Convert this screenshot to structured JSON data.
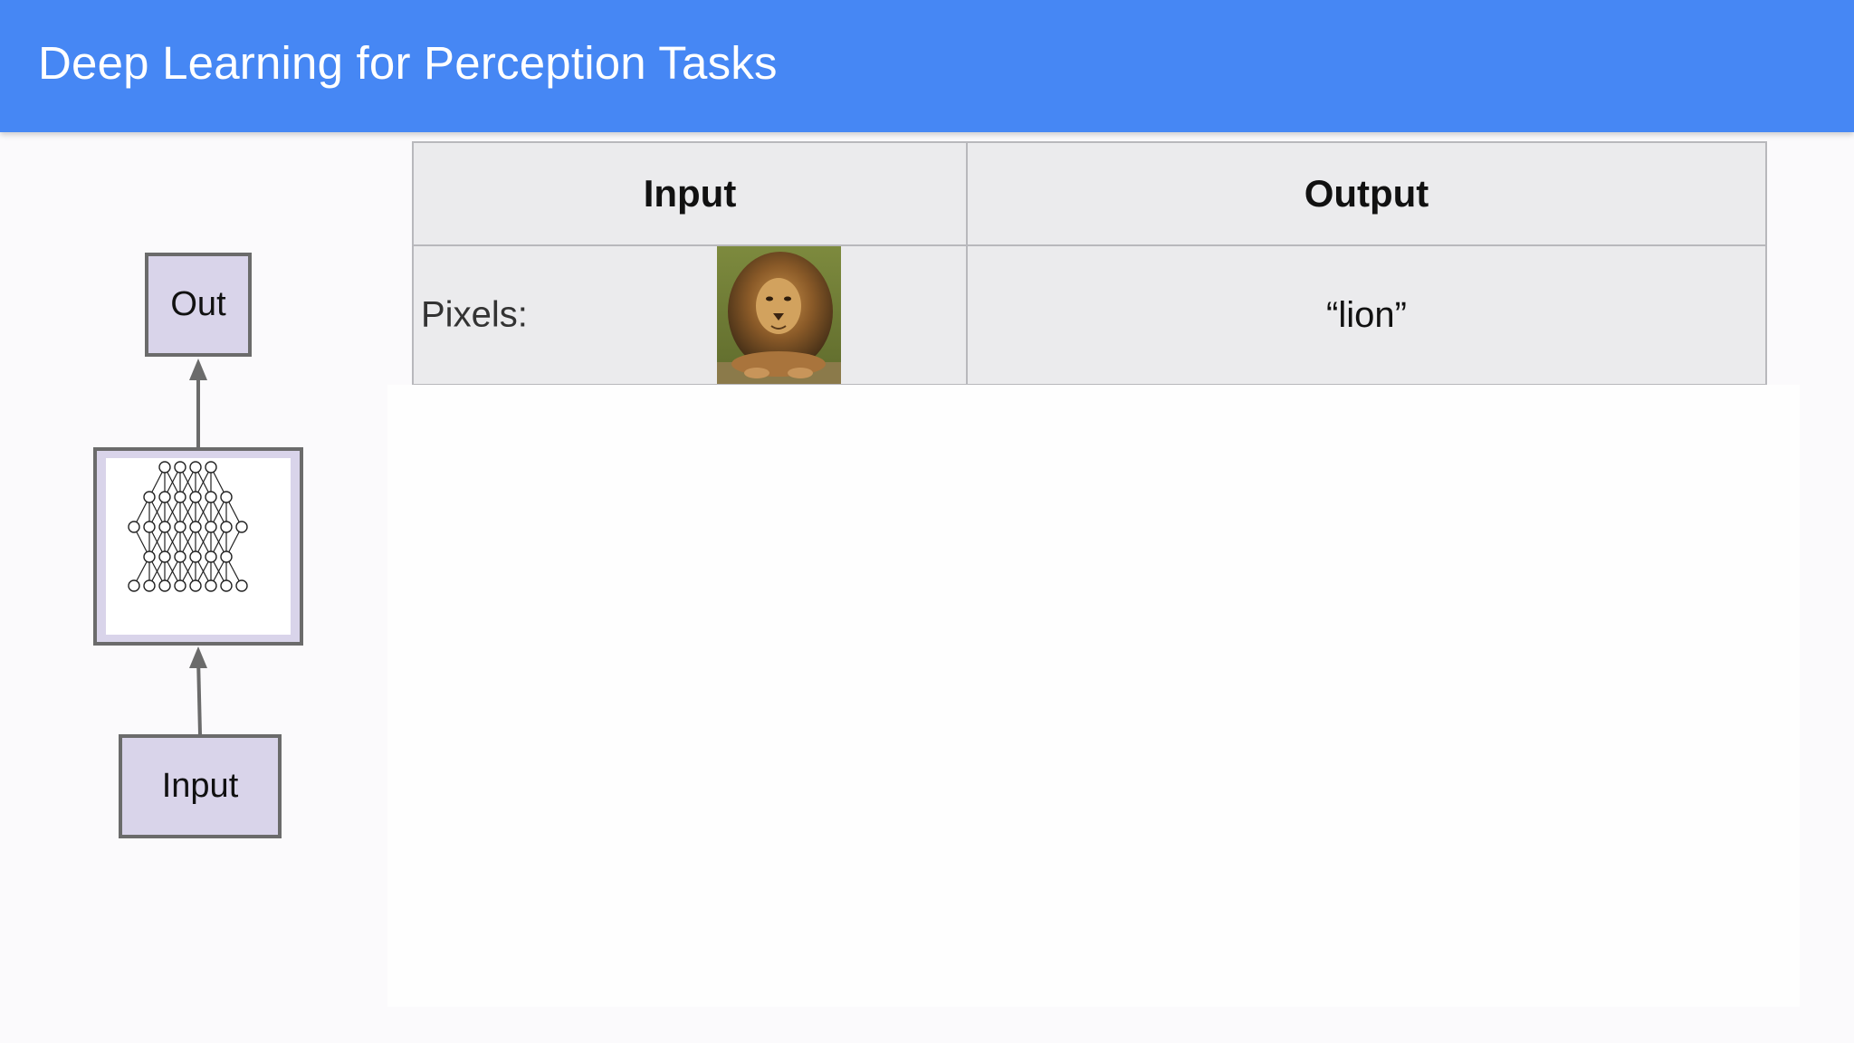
{
  "header": {
    "title": "Deep Learning for Perception Tasks",
    "background": "#4687f4"
  },
  "diagram": {
    "out_label": "Out",
    "in_label": "Input",
    "box_fill": "#d9d4ea",
    "network_icon": "neural-network-icon"
  },
  "table": {
    "headers": [
      "Input",
      "Output"
    ],
    "rows": [
      {
        "input_label": "Pixels:",
        "input_image": "lion-photo",
        "output": "“lion”"
      }
    ]
  }
}
